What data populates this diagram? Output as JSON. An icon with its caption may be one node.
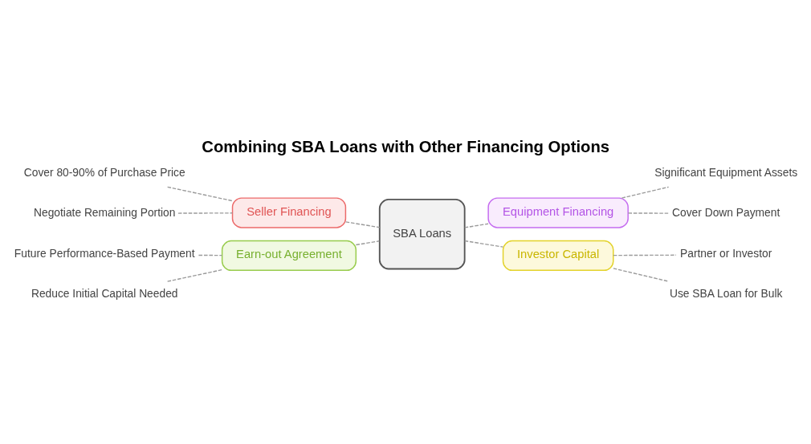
{
  "diagram": {
    "title": "Combining SBA Loans with Other Financing Options",
    "nodes": [
      {
        "text": [
          "SBA Loans"
        ]
      },
      {
        "text": [
          "Seller Financing"
        ]
      },
      {
        "text": [
          "Cover 80-90% of Purchase Price"
        ]
      },
      {
        "text": [
          "Negotiate Remaining Portion"
        ]
      },
      {
        "text": [
          "Earn-out Agreement"
        ]
      },
      {
        "text": [
          "Future Performance-Based Payment"
        ]
      },
      {
        "text": [
          "Reduce Initial Capital Needed"
        ]
      },
      {
        "text": [
          "Equipment Financing"
        ]
      },
      {
        "text": [
          "Significant Equipment Assets"
        ]
      },
      {
        "text": [
          "Cover Down Payment"
        ]
      },
      {
        "text": [
          "Investor Capital"
        ]
      },
      {
        "text": [
          "Partner or Investor"
        ]
      },
      {
        "text": [
          "Use SBA Loan for Bulk"
        ]
      }
    ],
    "edges": [
      {
        "from": 1,
        "to": 0,
        "arrow": "none",
        "style": "dashed"
      },
      {
        "from": 2,
        "to": 1,
        "arrow": "none",
        "style": "dashed"
      },
      {
        "from": 3,
        "to": 1,
        "arrow": "none",
        "style": "dashed"
      },
      {
        "from": 4,
        "to": 0,
        "arrow": "none",
        "style": "dashed"
      },
      {
        "from": 5,
        "to": 4,
        "arrow": "none",
        "style": "dashed"
      },
      {
        "from": 6,
        "to": 4,
        "arrow": "none",
        "style": "dashed"
      },
      {
        "from": 0,
        "to": 7,
        "arrow": "none",
        "style": "dashed"
      },
      {
        "from": 7,
        "to": 8,
        "arrow": "none",
        "style": "dashed"
      },
      {
        "from": 7,
        "to": 9,
        "arrow": "none",
        "style": "dashed"
      },
      {
        "from": 0,
        "to": 10,
        "arrow": "none",
        "style": "dashed"
      },
      {
        "from": 10,
        "to": 11,
        "arrow": "none",
        "style": "dashed"
      },
      {
        "from": 10,
        "to": 12,
        "arrow": "none",
        "style": "dashed"
      }
    ]
  }
}
